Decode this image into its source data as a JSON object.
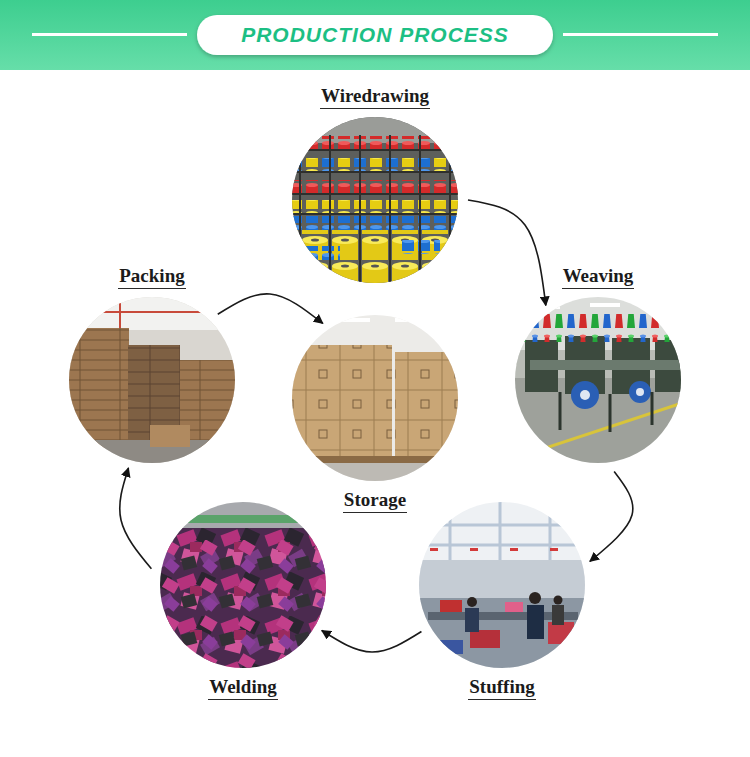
{
  "diagram": {
    "title": "PRODUCTION PROCESS",
    "nodes": [
      {
        "text": [
          "Wiredrawing"
        ]
      },
      {
        "text": [
          "Weaving"
        ]
      },
      {
        "text": [
          "Stuffing"
        ]
      },
      {
        "text": [
          "Welding"
        ]
      },
      {
        "text": [
          "Packing"
        ]
      },
      {
        "text": [
          "Storage"
        ]
      }
    ],
    "edges": [
      {
        "from": 0,
        "to": 1,
        "arrow": "to"
      },
      {
        "from": 1,
        "to": 2,
        "arrow": "to"
      },
      {
        "from": 2,
        "to": 3,
        "arrow": "to"
      },
      {
        "from": 3,
        "to": 4,
        "arrow": "to"
      },
      {
        "from": 4,
        "to": 5,
        "arrow": "to"
      }
    ]
  }
}
